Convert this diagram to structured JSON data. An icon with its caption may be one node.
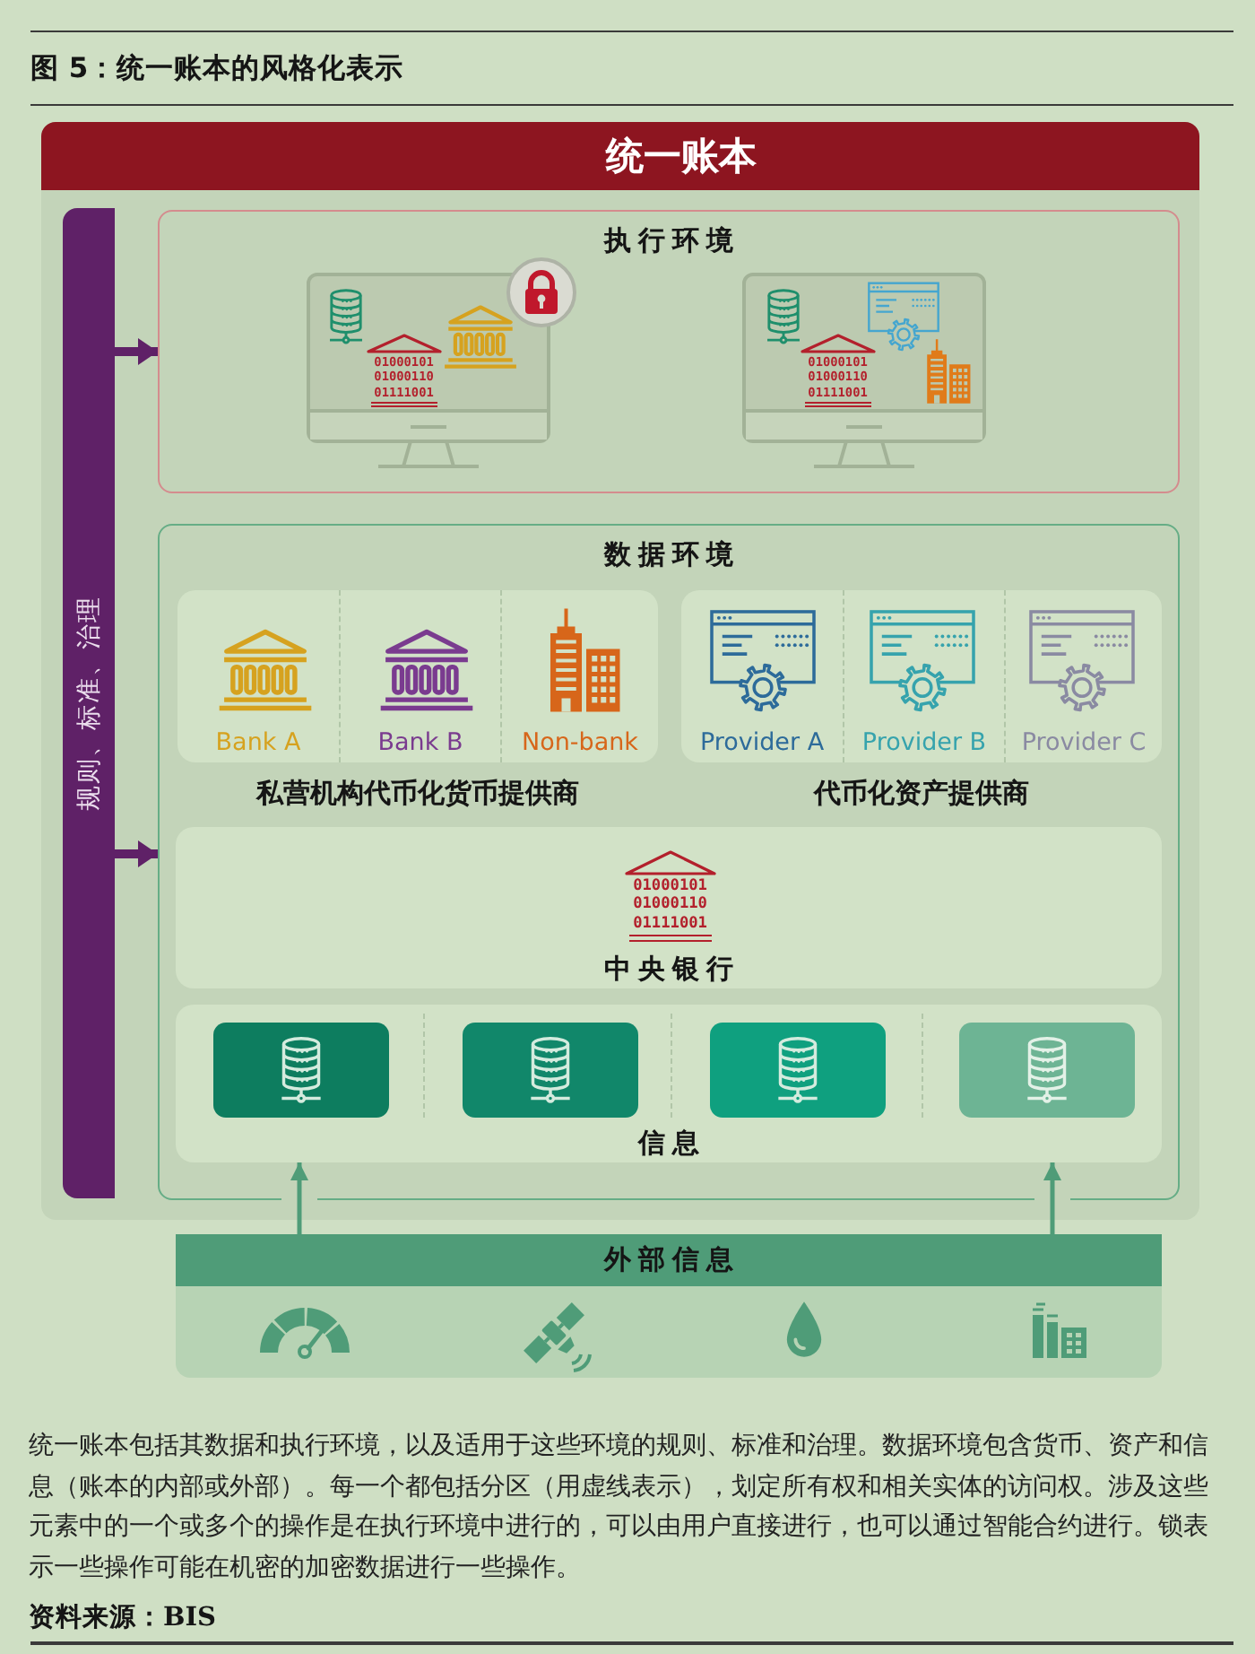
{
  "diagram": {
    "title": "图 5：统一账本的风格化表示",
    "caption": "统一账本包括其数据和执行环境，以及适用于这些环境的规则、标准和治理。数据环境包含货币、资产和信息（账本的内部或外部）。每一个都包括分区（用虚线表示），划定所有权和相关实体的访问权。涉及这些元素中的一个或多个的操作是在执行环境中进行的，可以由用户直接进行，也可以通过智能合约进行。锁表示一些操作可能在机密的加密数据进行一些操作。",
    "nodes": [
      {
        "text": [
          "统一账本"
        ]
      },
      {
        "text": [
          "规则、标准、治理"
        ],
        "in": 0
      },
      {
        "text": [
          "执行环境"
        ],
        "in": 0
      },
      {
        "text": [
          "数据环境"
        ],
        "in": 0
      },
      {
        "text": [
          "私营机构代币化货币提供商"
        ],
        "in": 3
      },
      {
        "text": [
          "Bank A"
        ],
        "in": 4
      },
      {
        "text": [
          "Bank B"
        ],
        "in": 4
      },
      {
        "text": [
          "Non-bank"
        ],
        "in": 4
      },
      {
        "text": [
          "代币化资产提供商"
        ],
        "in": 3
      },
      {
        "text": [
          "Provider A"
        ],
        "in": 8
      },
      {
        "text": [
          "Provider B"
        ],
        "in": 8
      },
      {
        "text": [
          "Provider C"
        ],
        "in": 8
      },
      {
        "text": [
          "中央银行"
        ],
        "in": 3
      },
      {
        "text": [
          "信息"
        ],
        "in": 3
      },
      {
        "text": [],
        "shape": "box",
        "in": 13
      },
      {
        "text": [],
        "shape": "box",
        "in": 13
      },
      {
        "text": [],
        "shape": "box",
        "in": 13
      },
      {
        "text": [],
        "shape": "box",
        "in": 13
      },
      {
        "text": [
          "外部信息"
        ]
      }
    ],
    "edges": [
      {
        "from": 1,
        "to": 2,
        "arrow": "to",
        "style": "thick",
        "color": "#5f2167"
      },
      {
        "from": 1,
        "to": 3,
        "arrow": "to",
        "style": "thick",
        "color": "#5f2167"
      },
      {
        "from": 18,
        "to": 13,
        "arrow": "to",
        "color": "#4f9c78"
      },
      {
        "from": 18,
        "to": 13,
        "arrow": "to",
        "color": "#4f9c78"
      }
    ],
    "labels": [
      "01000101 01000110 01111001",
      "01000101 01000110 01111001",
      "01000101 01000110 01111001",
      "资料来源：BIS"
    ]
  }
}
